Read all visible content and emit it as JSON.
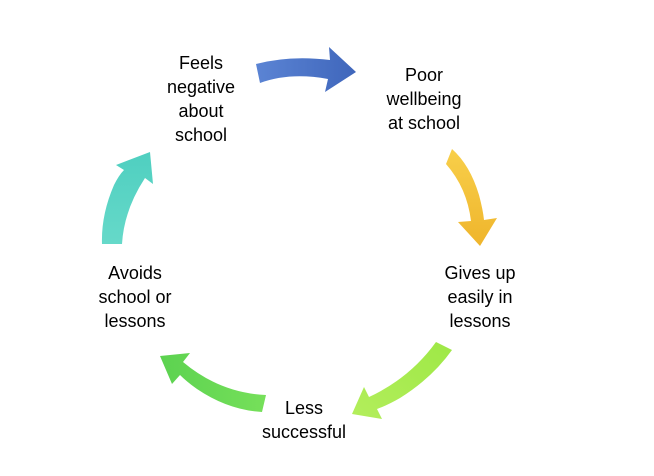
{
  "diagram": {
    "type": "cycle",
    "nodes": [
      {
        "id": "feels-negative",
        "lines": [
          "Feels",
          "negative",
          "about",
          "school"
        ]
      },
      {
        "id": "poor-wellbeing",
        "lines": [
          "Poor",
          "wellbeing",
          "at school"
        ]
      },
      {
        "id": "gives-up",
        "lines": [
          "Gives up",
          "easily in",
          "lessons"
        ]
      },
      {
        "id": "less-successful",
        "lines": [
          "Less",
          "successful"
        ]
      },
      {
        "id": "avoids-school",
        "lines": [
          "Avoids",
          "school or",
          "lessons"
        ]
      }
    ],
    "edges": [
      {
        "from": "feels-negative",
        "to": "poor-wellbeing",
        "color": "#4a72c4"
      },
      {
        "from": "poor-wellbeing",
        "to": "gives-up",
        "color": "#f3c13a"
      },
      {
        "from": "gives-up",
        "to": "less-successful",
        "color": "#a6ea4c"
      },
      {
        "from": "less-successful",
        "to": "avoids-school",
        "color": "#6fdc55"
      },
      {
        "from": "avoids-school",
        "to": "feels-negative",
        "color": "#5fd6c6"
      }
    ]
  }
}
